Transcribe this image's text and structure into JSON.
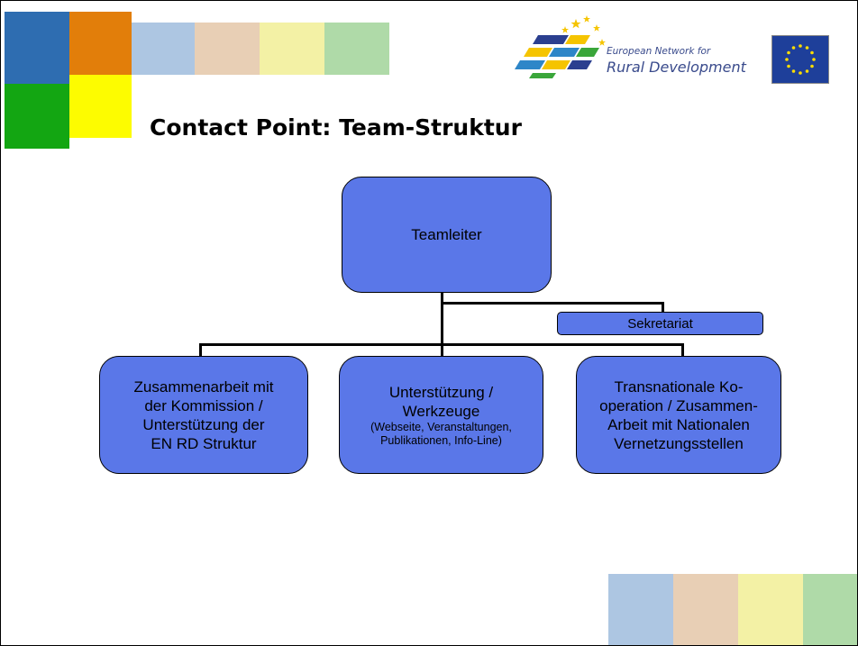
{
  "slide": {
    "title": "Contact Point: Team-Struktur",
    "logo": {
      "line1": "European Network for",
      "line2": "Rural Development"
    },
    "colors": {
      "blue": "#2e6db1",
      "orange": "#e27e0a",
      "green": "#13a612",
      "yellow": "#fdfc00",
      "pale_blue": "#adc6e2",
      "pale_tan": "#e8cfb5",
      "pale_yellow": "#f3f1a5",
      "pale_green": "#afdaa8",
      "box_fill": "#5a77e8"
    }
  },
  "org_chart": {
    "root": {
      "label": "Teamleiter"
    },
    "assistant": {
      "label": "Sekretariat"
    },
    "children": [
      {
        "lines": [
          "Zusammenarbeit mit",
          "der Kommission /",
          "Unterstützung der",
          "EN RD Struktur"
        ],
        "detail": []
      },
      {
        "lines": [
          "Unterstützung /",
          "Werkzeuge"
        ],
        "detail": [
          "(Webseite, Veranstaltungen,",
          "Publikationen, Info-Line)"
        ]
      },
      {
        "lines": [
          "Transnationale Ko-",
          "operation / Zusammen-",
          "Arbeit mit Nationalen",
          "Vernetzungsstellen"
        ],
        "detail": []
      }
    ]
  }
}
